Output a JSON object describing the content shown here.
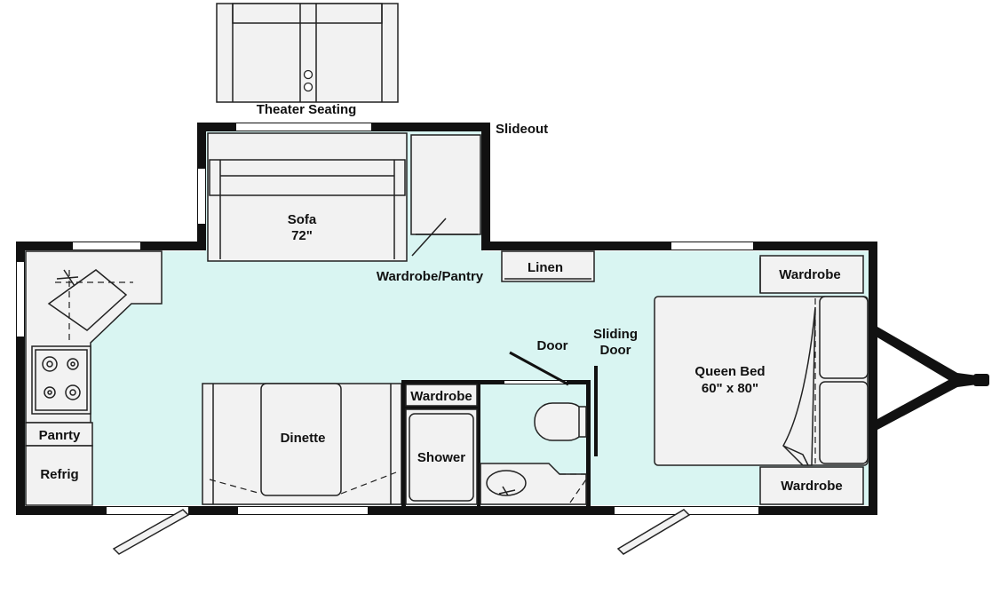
{
  "labels": {
    "theater_seating": "Theater Seating",
    "slideout": "Slideout",
    "sofa": "Sofa",
    "sofa_size": "72\"",
    "wardrobe_pantry": "Wardrobe/Pantry",
    "linen": "Linen",
    "wardrobe_top": "Wardrobe",
    "wardrobe_bottom": "Wardrobe",
    "wardrobe_bath": "Wardrobe",
    "queen_bed": "Queen Bed",
    "queen_bed_size": "60\" x 80\"",
    "door": "Door",
    "sliding": "Sliding",
    "sliding_door": "Door",
    "dinette": "Dinette",
    "shower": "Shower",
    "panrty": "Panrty",
    "refrig": "Refrig"
  },
  "colors": {
    "floor": "#d9f5f2",
    "wall": "#111111",
    "furniture": "#f2f2f2",
    "outline": "#222222"
  }
}
